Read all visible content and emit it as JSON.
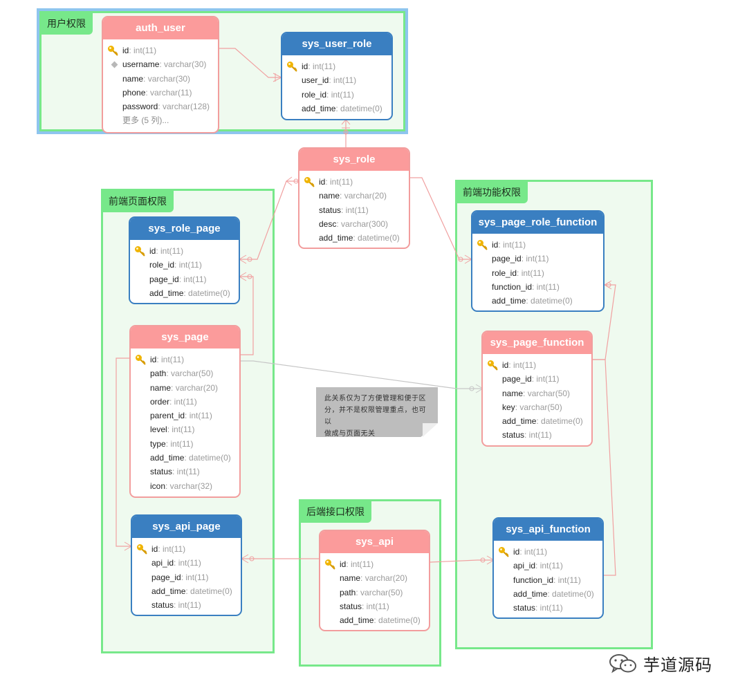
{
  "groups": {
    "user_perm": "用户权限",
    "front_page_perm": "前端页面权限",
    "front_func_perm": "前端功能权限",
    "backend_api_perm": "后端接口权限"
  },
  "tables": {
    "auth_user": {
      "name": "auth_user",
      "fields": [
        {
          "name": "id",
          "type": ": int(11)"
        },
        {
          "name": "username",
          "type": ": varchar(30)"
        },
        {
          "name": "name",
          "type": ": varchar(30)"
        },
        {
          "name": "phone",
          "type": ": varchar(11)"
        },
        {
          "name": "password",
          "type": ": varchar(128)"
        }
      ],
      "more": "更多 (5 列)..."
    },
    "sys_user_role": {
      "name": "sys_user_role",
      "fields": [
        {
          "name": "id",
          "type": ": int(11)"
        },
        {
          "name": "user_id",
          "type": ": int(11)"
        },
        {
          "name": "role_id",
          "type": ": int(11)"
        },
        {
          "name": "add_time",
          "type": ": datetime(0)"
        }
      ]
    },
    "sys_role": {
      "name": "sys_role",
      "fields": [
        {
          "name": "id",
          "type": ": int(11)"
        },
        {
          "name": "name",
          "type": ": varchar(20)"
        },
        {
          "name": "status",
          "type": ": int(11)"
        },
        {
          "name": "desc",
          "type": ": varchar(300)"
        },
        {
          "name": "add_time",
          "type": ": datetime(0)"
        }
      ]
    },
    "sys_role_page": {
      "name": "sys_role_page",
      "fields": [
        {
          "name": "id",
          "type": ": int(11)"
        },
        {
          "name": "role_id",
          "type": ": int(11)"
        },
        {
          "name": "page_id",
          "type": ": int(11)"
        },
        {
          "name": "add_time",
          "type": ": datetime(0)"
        }
      ]
    },
    "sys_page": {
      "name": "sys_page",
      "fields": [
        {
          "name": "id",
          "type": ": int(11)"
        },
        {
          "name": "path",
          "type": ": varchar(50)"
        },
        {
          "name": "name",
          "type": ": varchar(20)"
        },
        {
          "name": "order",
          "type": ": int(11)"
        },
        {
          "name": "parent_id",
          "type": ": int(11)"
        },
        {
          "name": "level",
          "type": ": int(11)"
        },
        {
          "name": "type",
          "type": ": int(11)"
        },
        {
          "name": "add_time",
          "type": ": datetime(0)"
        },
        {
          "name": "status",
          "type": ": int(11)"
        },
        {
          "name": "icon",
          "type": ": varchar(32)"
        }
      ]
    },
    "sys_api_page": {
      "name": "sys_api_page",
      "fields": [
        {
          "name": "id",
          "type": ": int(11)"
        },
        {
          "name": "api_id",
          "type": ": int(11)"
        },
        {
          "name": "page_id",
          "type": ": int(11)"
        },
        {
          "name": "add_time",
          "type": ": datetime(0)"
        },
        {
          "name": "status",
          "type": ": int(11)"
        }
      ]
    },
    "sys_api": {
      "name": "sys_api",
      "fields": [
        {
          "name": "id",
          "type": ": int(11)"
        },
        {
          "name": "name",
          "type": ": varchar(20)"
        },
        {
          "name": "path",
          "type": ": varchar(50)"
        },
        {
          "name": "status",
          "type": ": int(11)"
        },
        {
          "name": "add_time",
          "type": ": datetime(0)"
        }
      ]
    },
    "sys_page_role_function": {
      "name": "sys_page_role_function",
      "fields": [
        {
          "name": "id",
          "type": ": int(11)"
        },
        {
          "name": "page_id",
          "type": ": int(11)"
        },
        {
          "name": "role_id",
          "type": ": int(11)"
        },
        {
          "name": "function_id",
          "type": ": int(11)"
        },
        {
          "name": "add_time",
          "type": ": datetime(0)"
        }
      ]
    },
    "sys_page_function": {
      "name": "sys_page_function",
      "fields": [
        {
          "name": "id",
          "type": ": int(11)"
        },
        {
          "name": "page_id",
          "type": ": int(11)"
        },
        {
          "name": "name",
          "type": ": varchar(50)"
        },
        {
          "name": "key",
          "type": ": varchar(50)"
        },
        {
          "name": "add_time",
          "type": ": datetime(0)"
        },
        {
          "name": "status",
          "type": ": int(11)"
        }
      ]
    },
    "sys_api_function": {
      "name": "sys_api_function",
      "fields": [
        {
          "name": "id",
          "type": ": int(11)"
        },
        {
          "name": "api_id",
          "type": ": int(11)"
        },
        {
          "name": "function_id",
          "type": ": int(11)"
        },
        {
          "name": "add_time",
          "type": ": datetime(0)"
        },
        {
          "name": "status",
          "type": ": int(11)"
        }
      ]
    }
  },
  "note": {
    "lines": [
      "此关系仅为了方便管理和便于区",
      "分，并不是权限管理重点，也可以",
      "做成与页面无关"
    ]
  },
  "watermark": {
    "text": "芋道源码"
  },
  "colors": {
    "red_header": "#fb9b9b",
    "blue_header": "#3a7fc1",
    "group_border": "#77e88a",
    "group_fill": "#effaef",
    "relation_line": "#f0a0a0",
    "key_icon": "#f0b400"
  }
}
